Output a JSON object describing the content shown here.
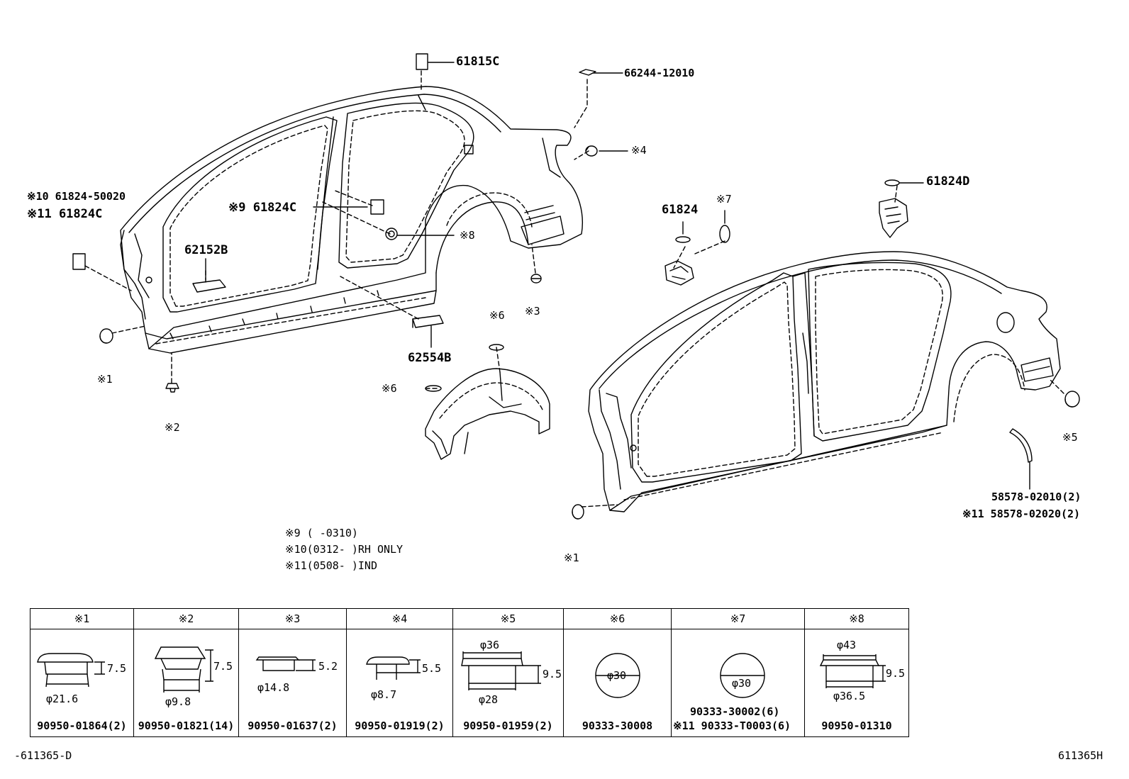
{
  "callouts": {
    "p61815c": "61815C",
    "p66244": "66244-12010",
    "n4": "※4",
    "p61824c_9": "※9 61824C",
    "n8": "※8",
    "p10": "※10 61824-50020",
    "p11": "※11 61824C",
    "p62152b": "62152B",
    "p62554b": "62554B",
    "n1a": "※1",
    "n2": "※2",
    "n3": "※3",
    "n6a": "※6",
    "n6b": "※6",
    "p61824": "61824",
    "n7": "※7",
    "p61824d": "61824D",
    "n5": "※5",
    "p58578a": "58578-02010(2)",
    "p58578b": "※11 58578-02020(2)",
    "n1b": "※1"
  },
  "notes": {
    "note9": "※9 (     -0310)",
    "note10": "※10(0312-     )RH ONLY",
    "note11": "※11(0508-     )IND"
  },
  "table": {
    "cells": [
      {
        "header": "※1",
        "part": "90950-01864(2)",
        "dim_a": "7.5",
        "dim_b": "φ21.6"
      },
      {
        "header": "※2",
        "part": "90950-01821(14)",
        "dim_a": "7.5",
        "dim_b": "φ9.8"
      },
      {
        "header": "※3",
        "part": "90950-01637(2)",
        "dim_a": "5.2",
        "dim_b": "φ14.8"
      },
      {
        "header": "※4",
        "part": "90950-01919(2)",
        "dim_a": "5.5",
        "dim_b": "φ8.7"
      },
      {
        "header": "※5",
        "part": "90950-01959(2)",
        "dim_top": "φ36",
        "dim_a": "9.5",
        "dim_b": "φ28"
      },
      {
        "header": "※6",
        "part": "90333-30008",
        "dim_a": "φ30"
      },
      {
        "header": "※7",
        "part_a": "90333-30002(6)",
        "part_b": "※11 90333-T0003(6)",
        "dim_a": "φ30"
      },
      {
        "header": "※8",
        "part": "90950-01310",
        "dim_top": "φ43",
        "dim_a": "9.5",
        "dim_b": "φ36.5"
      }
    ]
  },
  "footer": {
    "left": "-611365-D",
    "right": "611365H"
  }
}
